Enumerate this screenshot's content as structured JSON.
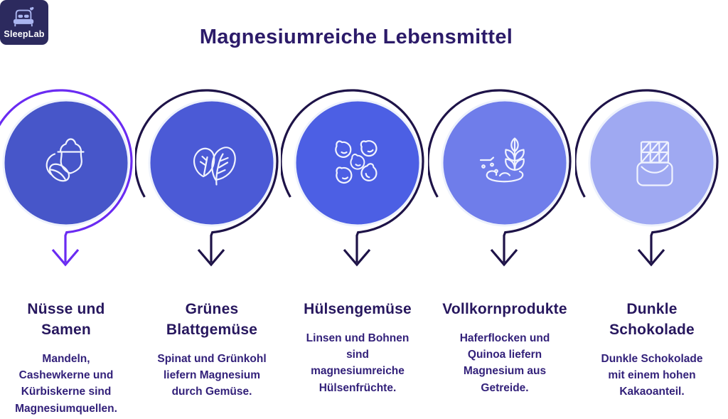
{
  "brand": {
    "name": "SleepLab"
  },
  "title": "Magnesiumreiche Lebensmittel",
  "colors": {
    "background": "#ffffff",
    "title_text": "#2c1b69",
    "heading_text": "#27175e",
    "body_text": "#33217a",
    "logo_background": "#2c2a5e",
    "logo_icon": "#aab5f0",
    "accent_ring": "#6a2bf2",
    "dark_ring": "#1e1348",
    "icon_stroke": "#f0f3fe"
  },
  "columns": [
    {
      "id": "nuts",
      "heading": "Nüsse und\nSamen",
      "body": "Mandeln, Cashewkerne und Kürbiskerne sind Magnesiumquellen.",
      "icon": "nuts-seeds-icon",
      "circle_color": "#4756c9",
      "ring_color": "#6a2bf2"
    },
    {
      "id": "leafy-greens",
      "heading": "Grünes\nBlattgemüse",
      "body": "Spinat und Grünkohl liefern Magnesium durch Gemüse.",
      "icon": "leafy-greens-icon",
      "circle_color": "#4b5ad6",
      "ring_color": "#1e1348"
    },
    {
      "id": "legumes",
      "heading": "Hülsengemüse",
      "body": "Linsen und Bohnen sind magnesiumreiche Hülsenfrüchte.",
      "icon": "legumes-icon",
      "circle_color": "#4c5fe4",
      "ring_color": "#1e1348"
    },
    {
      "id": "whole-grains",
      "heading": "Vollkornprodukte",
      "body": "Haferflocken und Quinoa liefern Magnesium aus Getreide.",
      "icon": "grain-icon",
      "circle_color": "#6f7dea",
      "ring_color": "#1e1348"
    },
    {
      "id": "dark-chocolate",
      "heading": "Dunkle\nSchokolade",
      "body": "Dunkle Schokolade mit einem hohen Kakaoanteil.",
      "icon": "chocolate-icon",
      "circle_color": "#9fa9f2",
      "ring_color": "#1e1348"
    }
  ]
}
